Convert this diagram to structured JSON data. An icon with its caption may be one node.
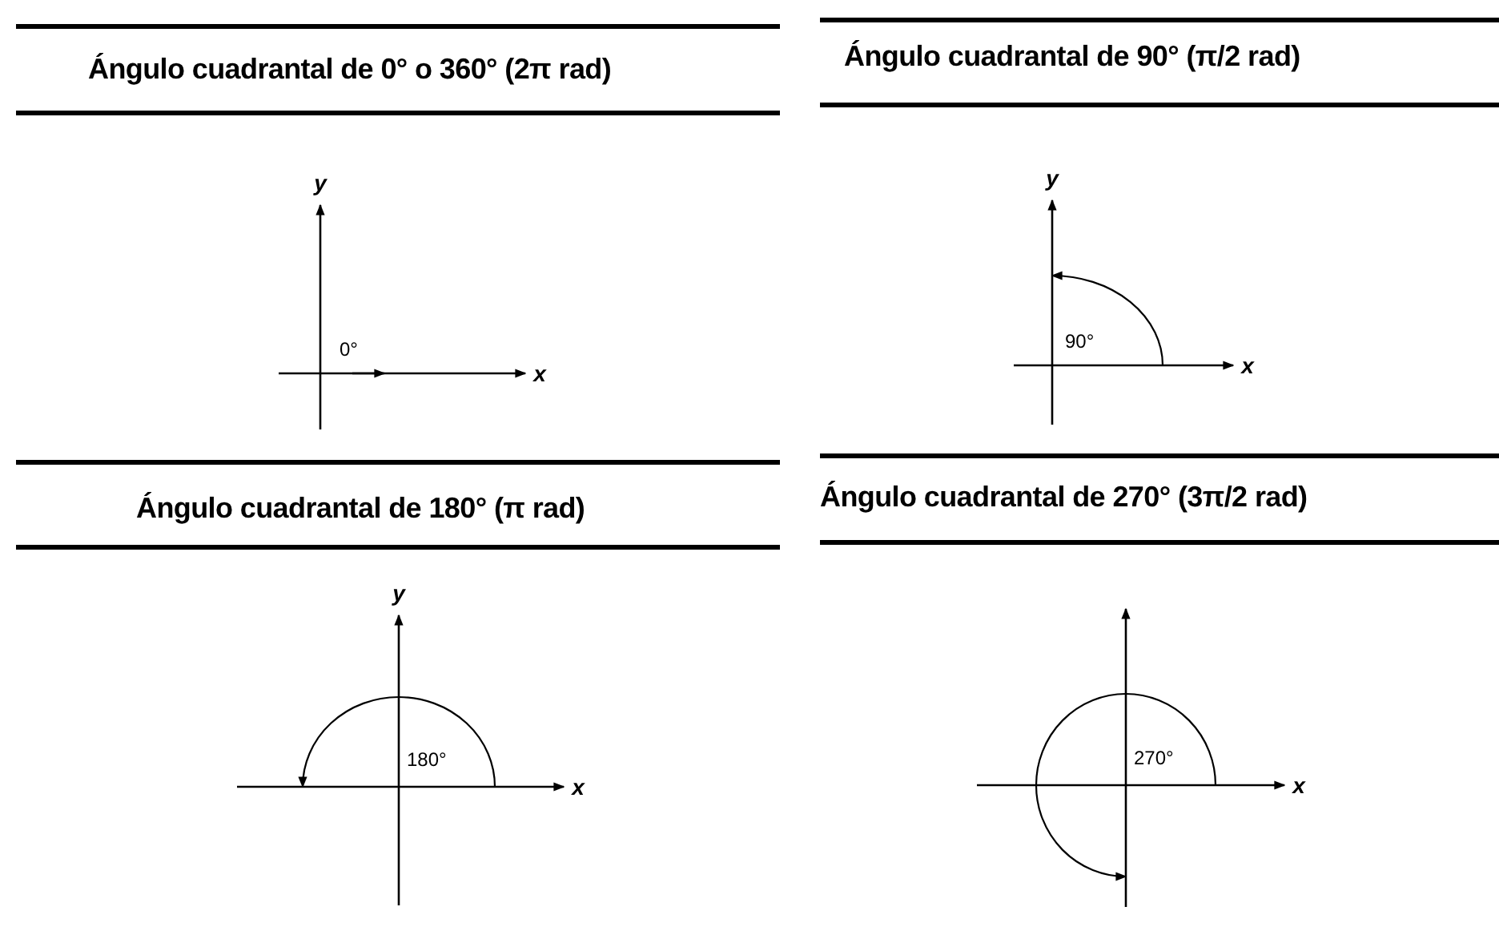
{
  "diagram": {
    "labels": [
      "Ángulo cuadrantal de 0° o 360° (2π rad)",
      "y",
      "0°",
      "x",
      "Ángulo cuadrantal de 90° (π/2 rad)",
      "y",
      "90°",
      "x",
      "Ángulo cuadrantal de 180° (π rad)",
      "y",
      "180°",
      "x",
      "Ángulo cuadrantal de 270° (3π/2 rad)",
      "270°",
      "x"
    ]
  }
}
